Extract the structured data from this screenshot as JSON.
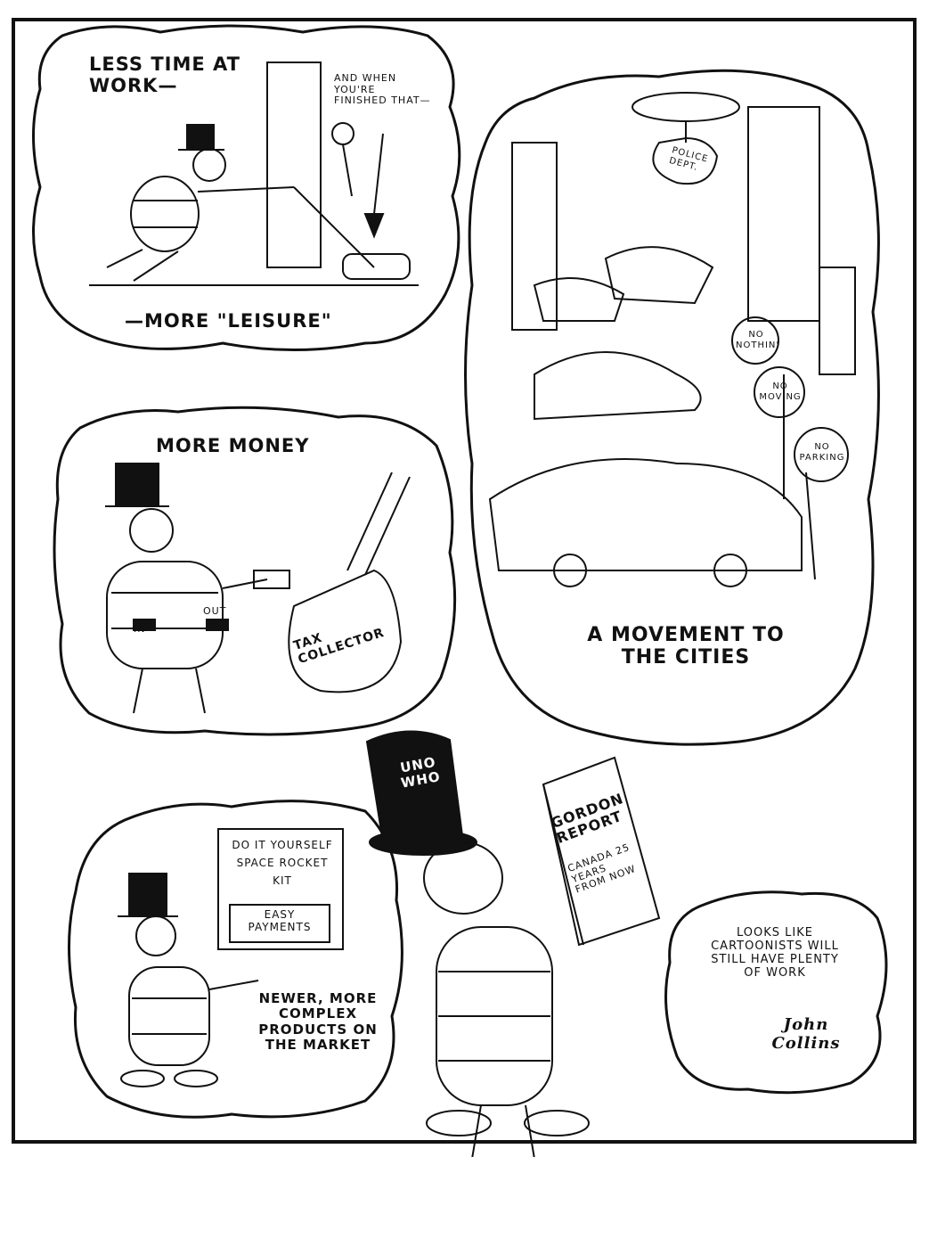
{
  "panels": {
    "leisure": {
      "caption_top": "Less time at work—",
      "aside": "And when you're finished that—",
      "caption_bottom": "—More \"Leisure\""
    },
    "money": {
      "caption": "More money",
      "in_label": "In",
      "out_label": "Out",
      "sack_label": "Tax collector"
    },
    "cities": {
      "heli_label": "Police dept.",
      "sign_1": "No nothin'",
      "sign_2": "No moving",
      "sign_3": "No parking",
      "caption": "A movement to the cities"
    },
    "products": {
      "box_line1": "Do it yourself",
      "box_line2": "space rocket",
      "box_line3": "kit",
      "box_inner": "Easy payments",
      "caption": "Newer, more complex products on the market"
    }
  },
  "main_figure": {
    "hat_text": "Uno who",
    "book_title": "Gordon report",
    "book_sub": "Canada 25 years from now"
  },
  "footer": {
    "note": "Looks like cartoonists will still have plenty of work",
    "signature": "John Collins"
  }
}
